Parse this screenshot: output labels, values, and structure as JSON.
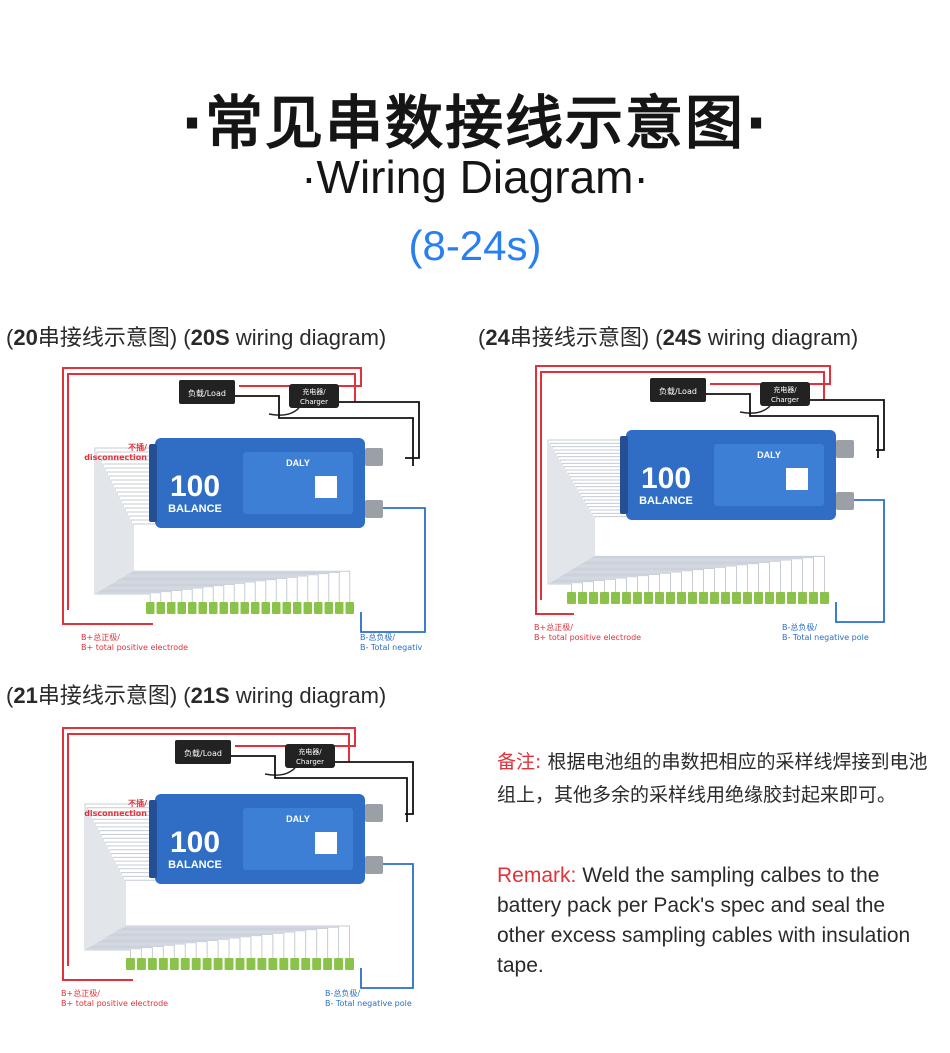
{
  "title_cn": "·常见串数接线示意图·",
  "title_en": "·Wiring Diagram·",
  "subtitle": "(8-24s)",
  "captions": {
    "d20": {
      "open": "(",
      "cn_bold": "20",
      "cn_rest": "串接线示意图) (",
      "en_bold": "20S",
      "en_rest": " wiring diagram)"
    },
    "d24": {
      "open": "(",
      "cn_bold": "24",
      "cn_rest": "串接线示意图) (",
      "en_bold": "24S",
      "en_rest": " wiring diagram)"
    },
    "d21": {
      "open": "(",
      "cn_bold": "21",
      "cn_rest": "串接线示意图) (",
      "en_bold": "21S",
      "en_rest": " wiring diagram)"
    }
  },
  "diagram_labels": {
    "load": "负载/Load",
    "charger_cn": "充电器/",
    "charger_en": "Charger",
    "disconnection_cn": "不插/",
    "disconnection_en": "disconnection",
    "bms_brand": "DALY",
    "bms_badge": "100",
    "bms_balance": "BALANCE",
    "bplus_cn": "B+总正极/",
    "bplus_en": "B+ total positive electrode",
    "bminus_cn": "B-总负极/",
    "bminus_en_d20": "B- Total negativ",
    "bminus_en": "B- Total negative pole"
  },
  "remark": {
    "cn_label": "备注:",
    "cn_text": " 根据电池组的串数把相应的采样线焊接到电池组上，其他多余的采样线用绝缘胶封起来即可。",
    "en_label": "Remark:",
    "en_text": " Weld the sampling calbes to the battery pack per Pack's spec and seal the other excess sampling cables with insulation tape."
  },
  "colors": {
    "accent_blue": "#2a7ff0",
    "bms_blue": "#2f6ec4",
    "wire_red": "#e0323a",
    "wire_blue": "#2a6fc9",
    "cell_green": "#8bc34a"
  }
}
